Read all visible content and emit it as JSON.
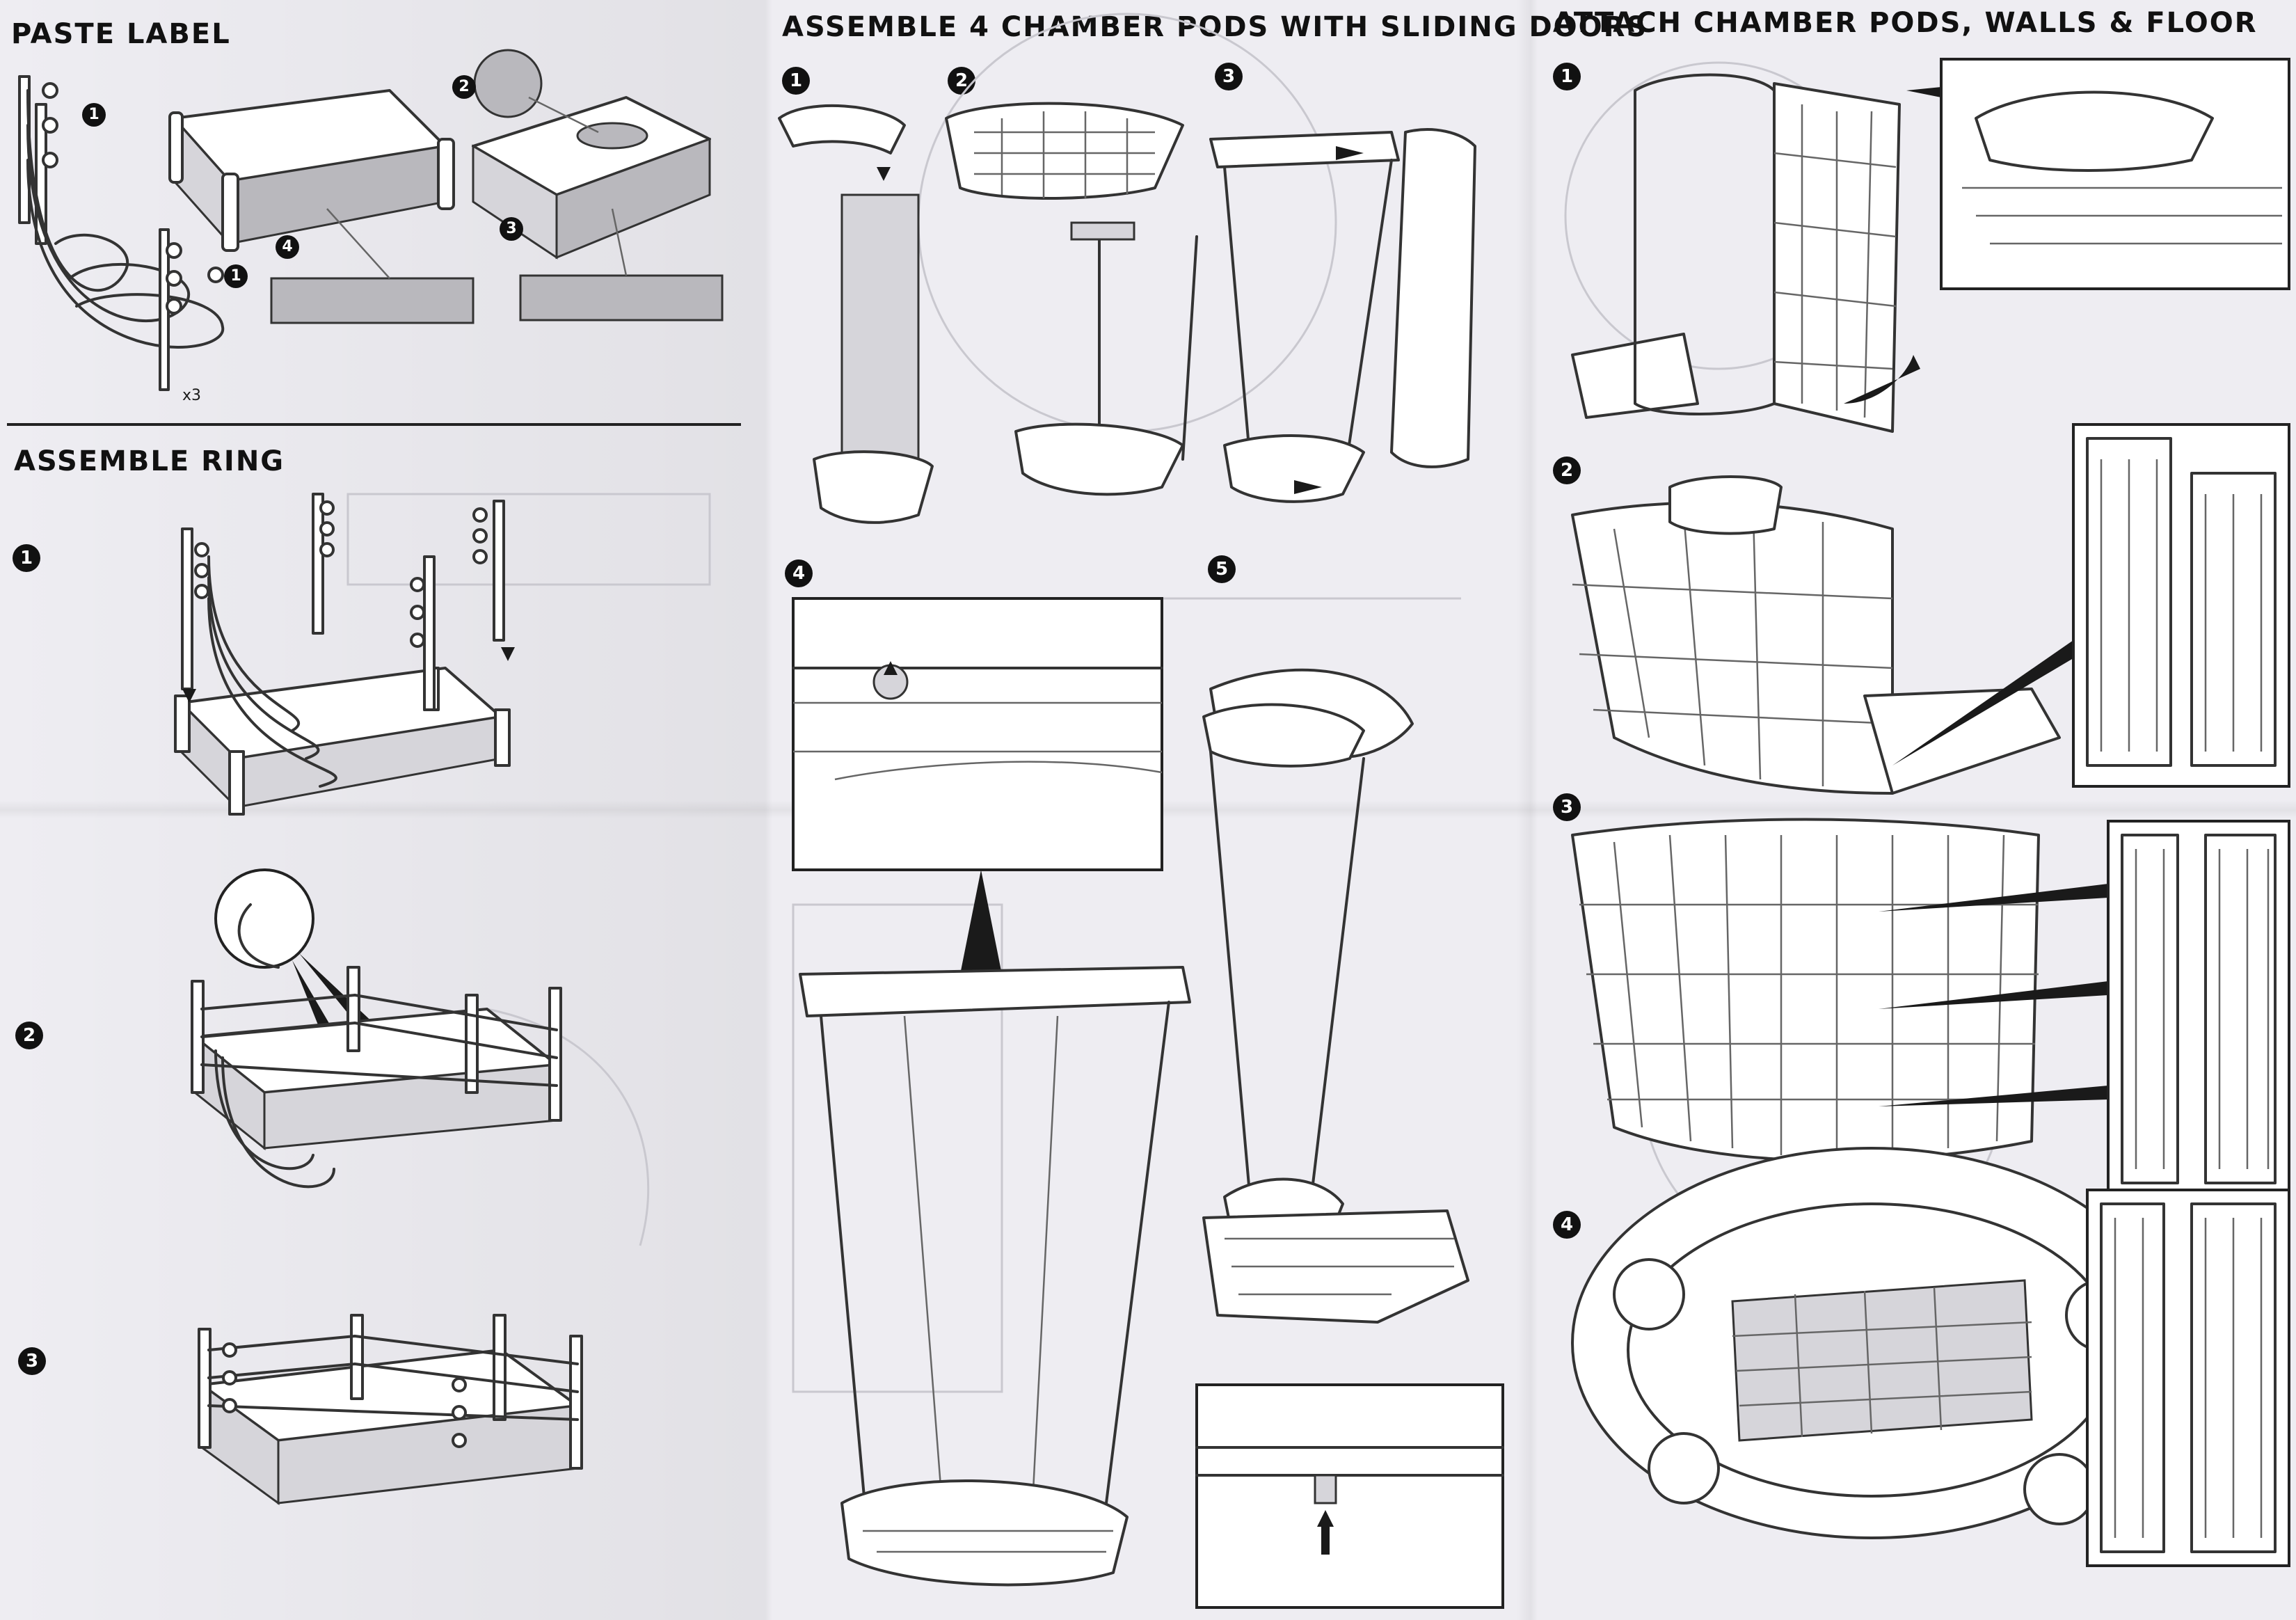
{
  "sections": {
    "paste_label": {
      "title": "PASTE LABEL",
      "callouts": [
        "1",
        "1",
        "2",
        "3",
        "4"
      ],
      "qty": "x3"
    },
    "assemble_ring": {
      "title": "ASSEMBLE RING",
      "steps": [
        "1",
        "2",
        "3"
      ]
    },
    "chamber_pods": {
      "title": "ASSEMBLE 4 CHAMBER PODS WITH SLIDING DOORS",
      "steps": [
        "1",
        "2",
        "3",
        "4",
        "5"
      ]
    },
    "attach": {
      "title": "ATTACH CHAMBER PODS, WALLS & FLOOR",
      "steps": [
        "1",
        "2",
        "3",
        "4"
      ]
    }
  },
  "colors": {
    "ink": "#1a1a1a",
    "paper": "#eeedf2",
    "label_gray": "#b9b8bd"
  }
}
